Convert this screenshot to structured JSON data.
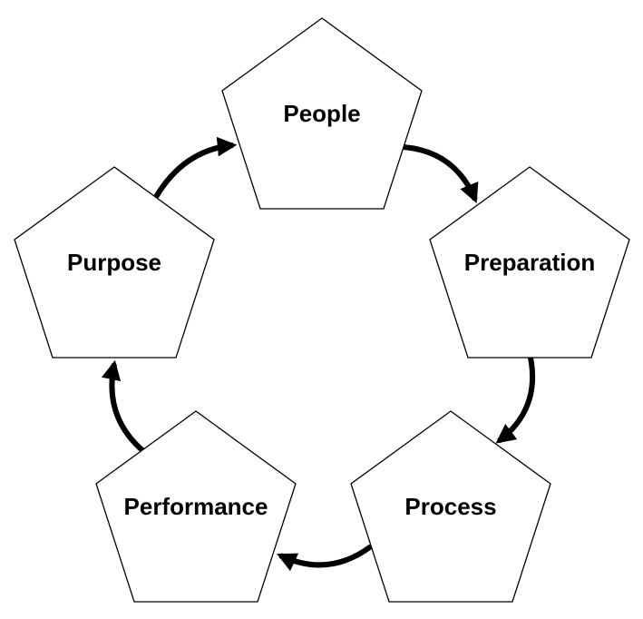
{
  "diagram": {
    "kind": "cycle",
    "nodes": [
      {
        "id": "people",
        "label": "People"
      },
      {
        "id": "preparation",
        "label": "Preparation"
      },
      {
        "id": "process",
        "label": "Process"
      },
      {
        "id": "performance",
        "label": "Performance"
      },
      {
        "id": "purpose",
        "label": "Purpose"
      }
    ],
    "edges": [
      {
        "from": "people",
        "to": "preparation"
      },
      {
        "from": "preparation",
        "to": "process"
      },
      {
        "from": "process",
        "to": "performance"
      },
      {
        "from": "performance",
        "to": "purpose"
      },
      {
        "from": "purpose",
        "to": "people"
      }
    ],
    "colors": {
      "background": "#ffffff",
      "shape_fill": "#ffffff",
      "shape_outline": "#000000",
      "arrow": "#000000",
      "label_text": "#000000"
    }
  }
}
